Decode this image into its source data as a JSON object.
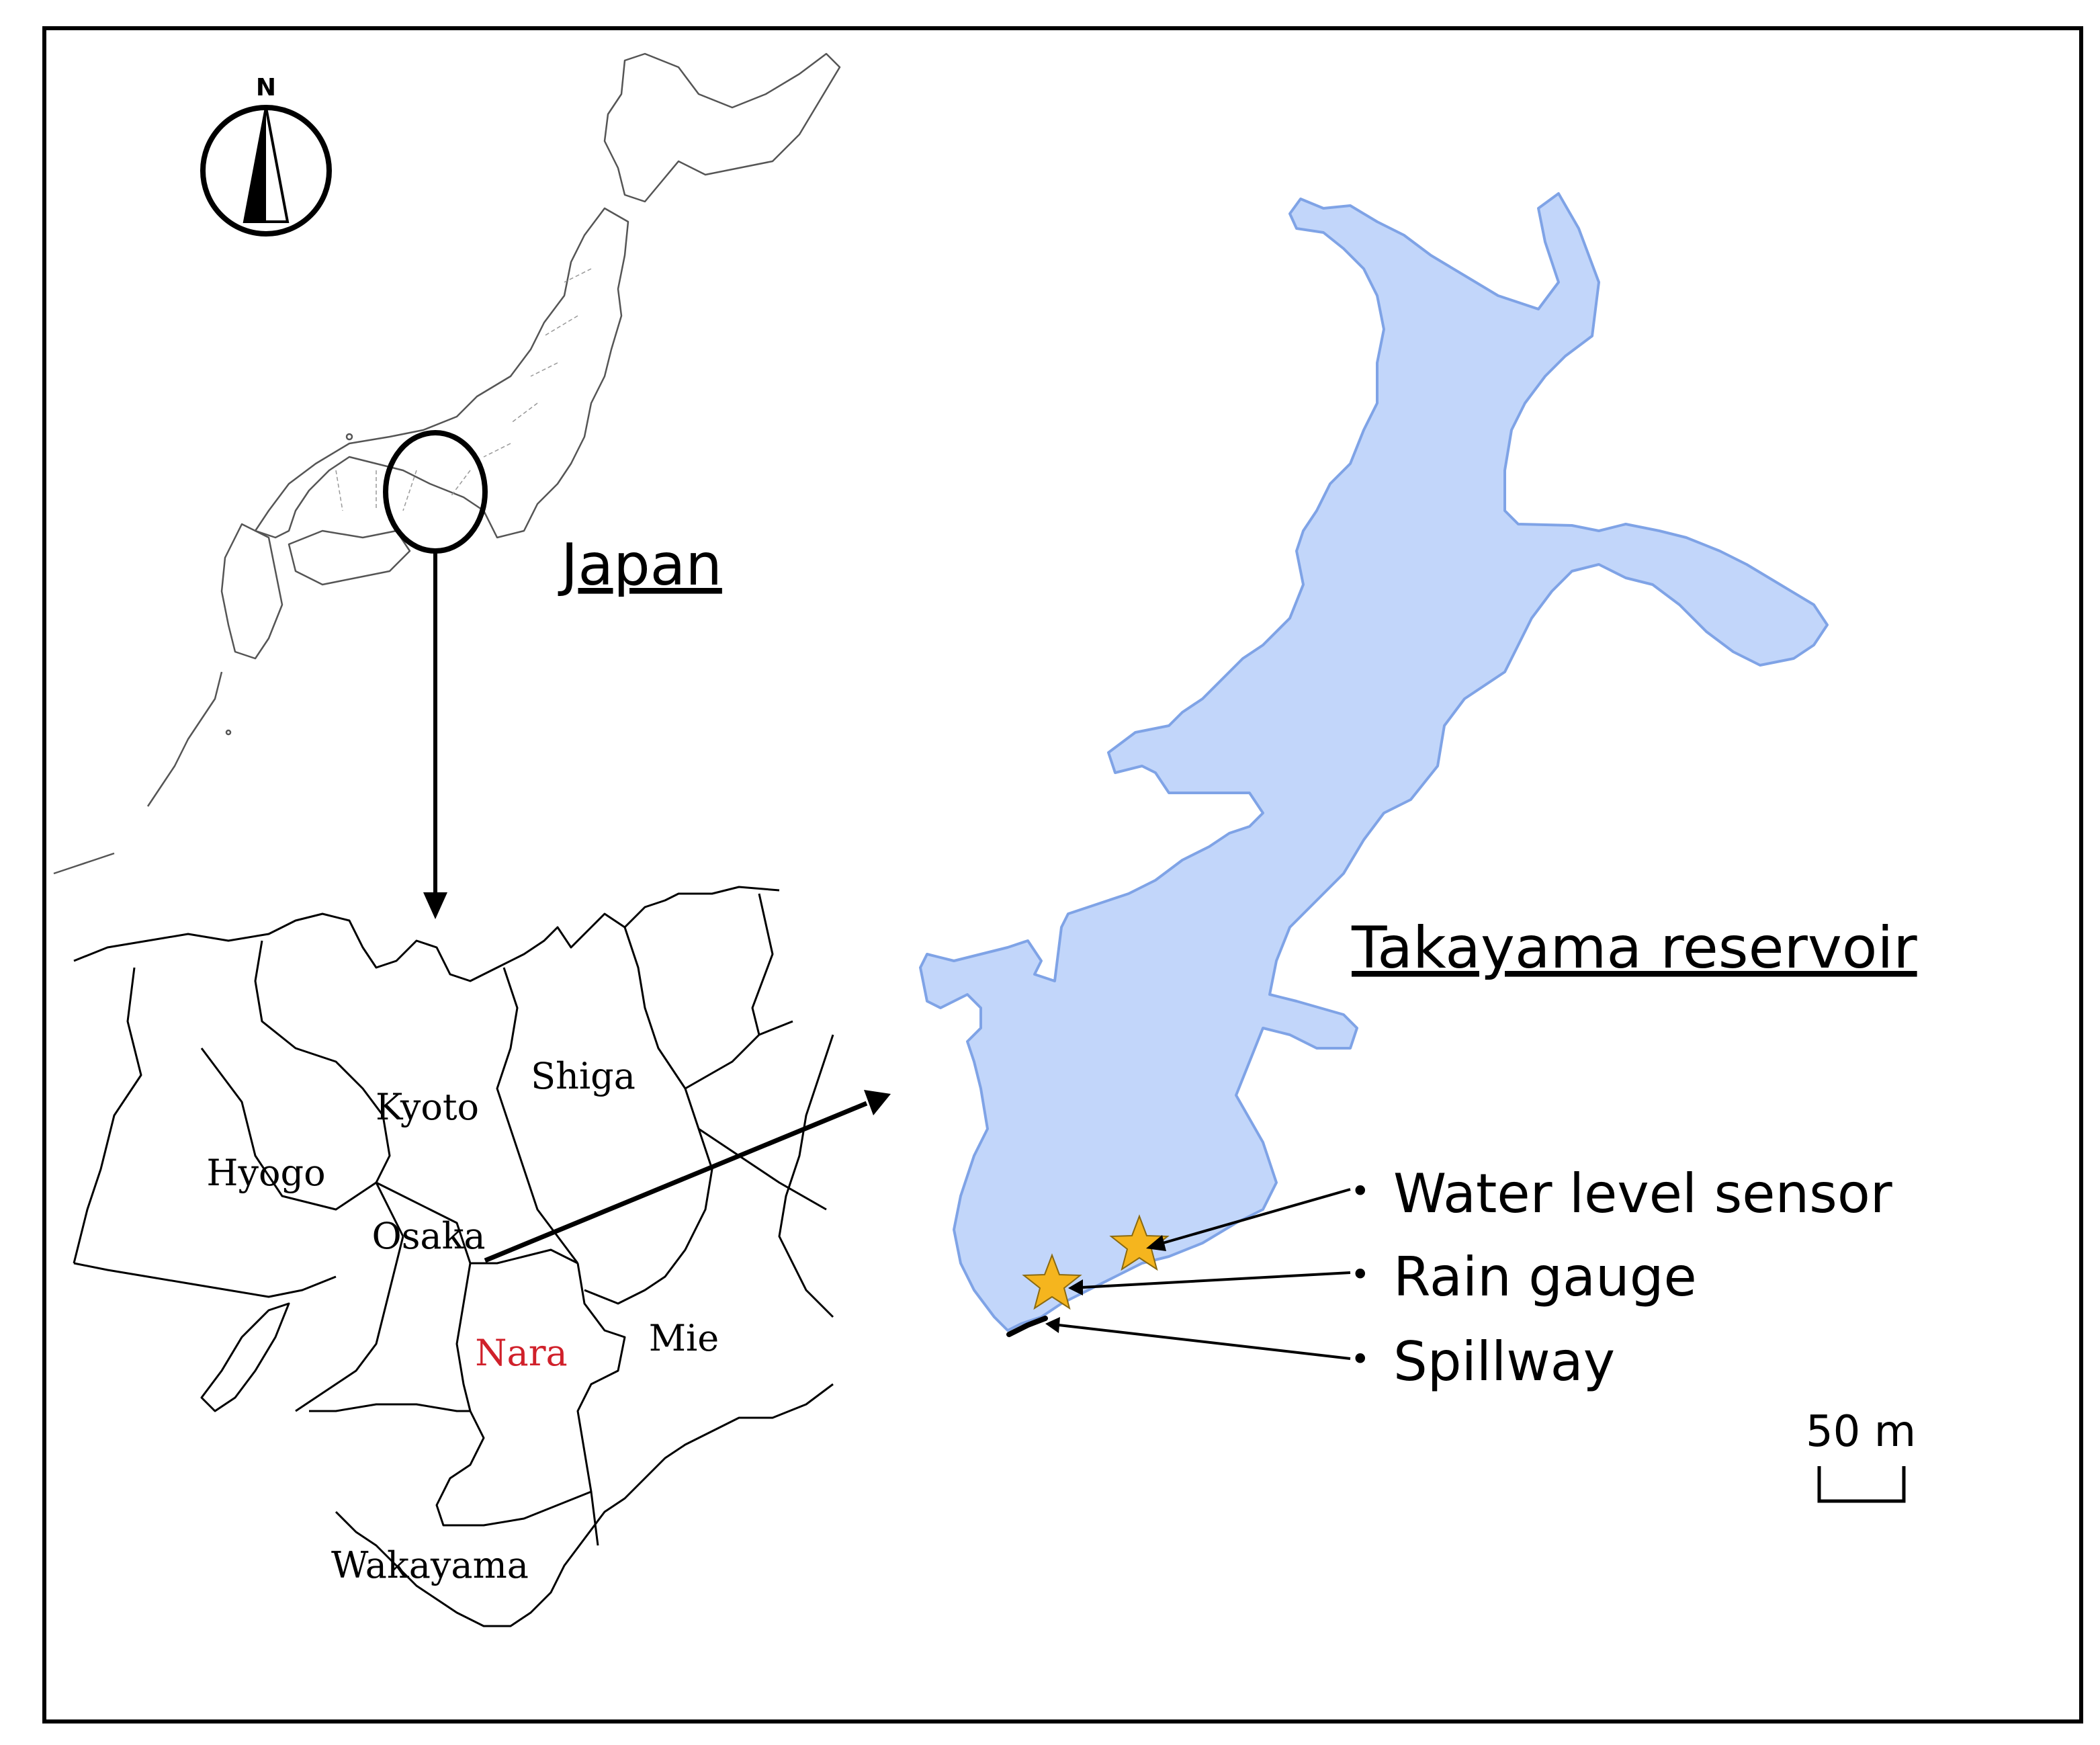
{
  "north_arrow": {
    "label": "N"
  },
  "japan_label": "Japan",
  "reservoir_label": "Takayama reservoir",
  "prefectures": [
    {
      "name": "Shiga",
      "highlight": false
    },
    {
      "name": "Kyoto",
      "highlight": false
    },
    {
      "name": "Hyogo",
      "highlight": false
    },
    {
      "name": "Osaka",
      "highlight": false
    },
    {
      "name": "Nara",
      "highlight": true
    },
    {
      "name": "Mie",
      "highlight": false
    },
    {
      "name": "Wakayama",
      "highlight": false
    }
  ],
  "legend": [
    {
      "bullet": "•",
      "label": "Water level sensor",
      "marker": "star"
    },
    {
      "bullet": "•",
      "label": "Rain gauge",
      "marker": "star"
    },
    {
      "bullet": "•",
      "label": "Spillway",
      "marker": "line"
    }
  ],
  "scale_bar": {
    "label": "50 m"
  },
  "colors": {
    "water_fill": "#c2d6fa",
    "water_edge": "#7fa3e6",
    "star_fill": "#f5b51e",
    "star_edge": "#8a6a10",
    "highlight_text": "#d0202a",
    "ink": "#000000"
  }
}
